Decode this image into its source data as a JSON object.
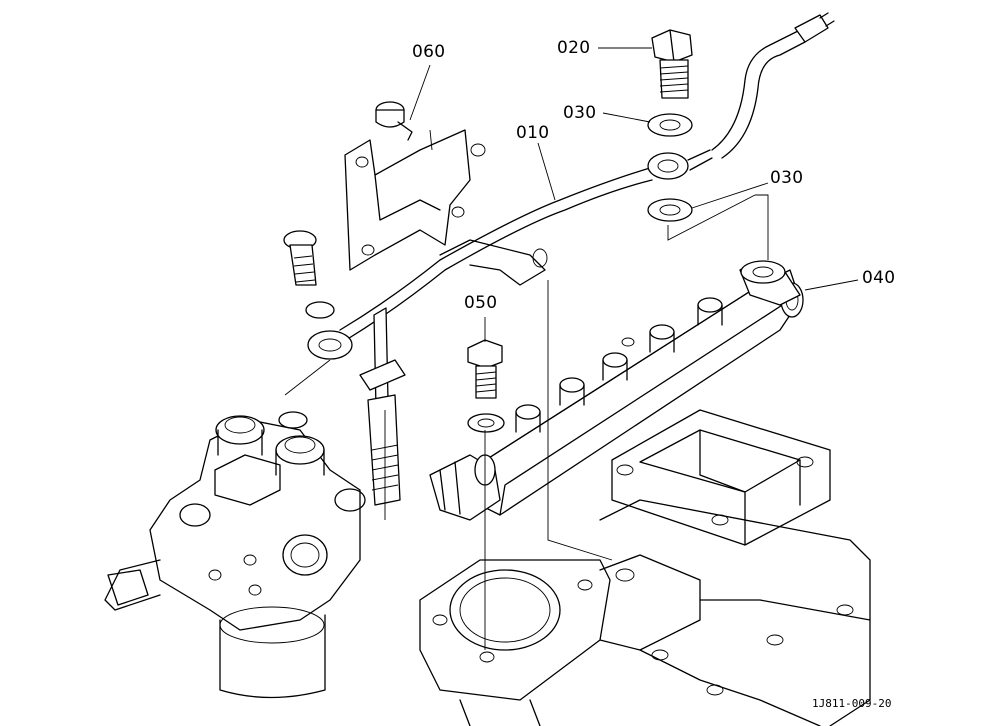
{
  "callouts": {
    "p010": "010",
    "p020": "020",
    "p030_top": "030",
    "p030_side": "030",
    "p040": "040",
    "p050": "050",
    "p060": "060"
  },
  "drawing_id": "1J811-009-20",
  "colors": {
    "line": "#000000",
    "background": "#ffffff"
  }
}
